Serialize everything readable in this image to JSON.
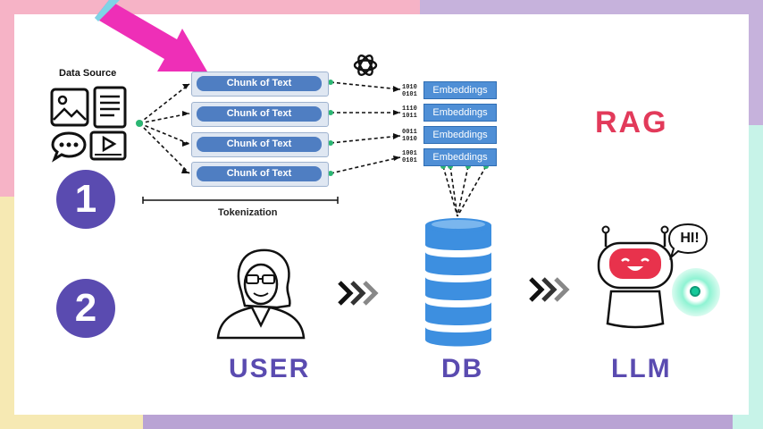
{
  "data_source_label": "Data Source",
  "chunks": [
    "Chunk of Text",
    "Chunk of Text",
    "Chunk of Text",
    "Chunk of Text"
  ],
  "embeddings": [
    "Embeddings",
    "Embeddings",
    "Embeddings",
    "Embeddings"
  ],
  "binaries": [
    [
      "1010",
      "0101"
    ],
    [
      "1110",
      "1011"
    ],
    [
      "0011",
      "1010"
    ],
    [
      "1001",
      "0101"
    ]
  ],
  "tokenization_label": "Tokenization",
  "rag_label": "RAG",
  "step_numbers": [
    "1",
    "2"
  ],
  "user_label": "USER",
  "db_label": "DB",
  "llm_label": "LLM",
  "speech_text": "HI!",
  "colors": {
    "purple": "#5a4bb0",
    "rag_red": "#e23a5a",
    "db_blue": "#3d8fe0",
    "frame_pink": "#f6b3c6",
    "frame_lilac": "#b9a3d4",
    "frame_yellow": "#f6e7a6",
    "frame_mint": "#bdf2e6"
  }
}
